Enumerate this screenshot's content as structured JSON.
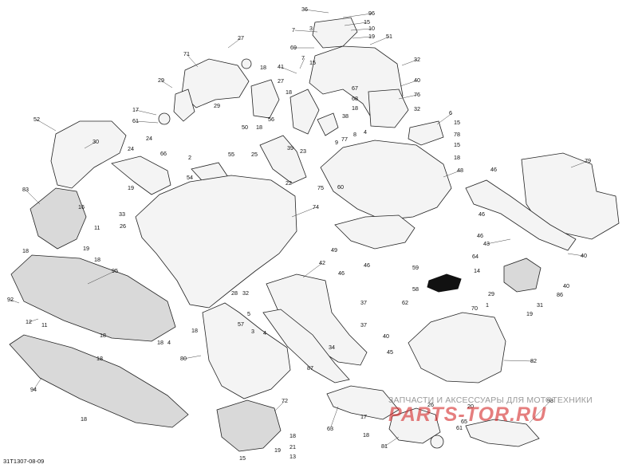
{
  "reference_code": "31T1307-08-09",
  "watermark": {
    "text": "ЗАПЧАСТИ И АКСЕССУАРЫ ДЛЯ МОТОТЕХНИКИ",
    "logo": "PARTS-TOR.RU"
  },
  "callouts": [
    {
      "id": "c0",
      "n": "36"
    },
    {
      "id": "c1",
      "n": "96"
    },
    {
      "id": "c2",
      "n": "15"
    },
    {
      "id": "c3",
      "n": "7"
    },
    {
      "id": "c4",
      "n": "3"
    },
    {
      "id": "c5",
      "n": "10"
    },
    {
      "id": "c6",
      "n": "19"
    },
    {
      "id": "c7",
      "n": "69"
    },
    {
      "id": "c8",
      "n": "51"
    },
    {
      "id": "c9",
      "n": "27"
    },
    {
      "id": "c10",
      "n": "7"
    },
    {
      "id": "c11",
      "n": "71"
    },
    {
      "id": "c12",
      "n": "41"
    },
    {
      "id": "c13",
      "n": "15"
    },
    {
      "id": "c14",
      "n": "32"
    },
    {
      "id": "c15",
      "n": "18"
    },
    {
      "id": "c16",
      "n": "27"
    },
    {
      "id": "c17",
      "n": "29"
    },
    {
      "id": "c18",
      "n": "18"
    },
    {
      "id": "c19",
      "n": "67"
    },
    {
      "id": "c20",
      "n": "40"
    },
    {
      "id": "c21",
      "n": "68"
    },
    {
      "id": "c22",
      "n": "76"
    },
    {
      "id": "c23",
      "n": "18"
    },
    {
      "id": "c24",
      "n": "17"
    },
    {
      "id": "c25",
      "n": "29"
    },
    {
      "id": "c26",
      "n": "32"
    },
    {
      "id": "c27",
      "n": "61"
    },
    {
      "id": "c28",
      "n": "38"
    },
    {
      "id": "c29",
      "n": "6"
    },
    {
      "id": "c30",
      "n": "50"
    },
    {
      "id": "c31",
      "n": "18"
    },
    {
      "id": "c32",
      "n": "56"
    },
    {
      "id": "c33",
      "n": "24"
    },
    {
      "id": "c34",
      "n": "15"
    },
    {
      "id": "c35",
      "n": "52"
    },
    {
      "id": "c36",
      "n": "4"
    },
    {
      "id": "c37",
      "n": "77"
    },
    {
      "id": "c38",
      "n": "78"
    },
    {
      "id": "c39",
      "n": "30"
    },
    {
      "id": "c40",
      "n": "39"
    },
    {
      "id": "c41",
      "n": "23"
    },
    {
      "id": "c42",
      "n": "8"
    },
    {
      "id": "c43",
      "n": "15"
    },
    {
      "id": "c44",
      "n": "24"
    },
    {
      "id": "c45",
      "n": "66"
    },
    {
      "id": "c46",
      "n": "25"
    },
    {
      "id": "c47",
      "n": "55"
    },
    {
      "id": "c48",
      "n": "2"
    },
    {
      "id": "c49",
      "n": "9"
    },
    {
      "id": "c50",
      "n": "18"
    },
    {
      "id": "c51",
      "n": "79"
    },
    {
      "id": "c52",
      "n": "54"
    },
    {
      "id": "c53",
      "n": "22"
    },
    {
      "id": "c54",
      "n": "48"
    },
    {
      "id": "c55",
      "n": "46"
    },
    {
      "id": "c56",
      "n": "75"
    },
    {
      "id": "c57",
      "n": "83"
    },
    {
      "id": "c58",
      "n": "19"
    },
    {
      "id": "c59",
      "n": "60"
    },
    {
      "id": "c60",
      "n": "74"
    },
    {
      "id": "c61",
      "n": "16"
    },
    {
      "id": "c62",
      "n": "33"
    },
    {
      "id": "c63",
      "n": "26"
    },
    {
      "id": "c64",
      "n": "46"
    },
    {
      "id": "c65",
      "n": "11"
    },
    {
      "id": "c66",
      "n": "46"
    },
    {
      "id": "c67",
      "n": "49"
    },
    {
      "id": "c68",
      "n": "43"
    },
    {
      "id": "c69",
      "n": "18"
    },
    {
      "id": "c70",
      "n": "19"
    },
    {
      "id": "c71",
      "n": "18"
    },
    {
      "id": "c72",
      "n": "40"
    },
    {
      "id": "c73",
      "n": "46"
    },
    {
      "id": "c74",
      "n": "95"
    },
    {
      "id": "c75",
      "n": "42"
    },
    {
      "id": "c76",
      "n": "59"
    },
    {
      "id": "c77",
      "n": "64"
    },
    {
      "id": "c78",
      "n": "14"
    },
    {
      "id": "c79",
      "n": "46"
    },
    {
      "id": "c80",
      "n": "40"
    },
    {
      "id": "c81",
      "n": "92"
    },
    {
      "id": "c82",
      "n": "32"
    },
    {
      "id": "c83",
      "n": "28"
    },
    {
      "id": "c84",
      "n": "86"
    },
    {
      "id": "c85",
      "n": "29"
    },
    {
      "id": "c86",
      "n": "58"
    },
    {
      "id": "c87",
      "n": "70"
    },
    {
      "id": "c88",
      "n": "1"
    },
    {
      "id": "c89",
      "n": "12"
    },
    {
      "id": "c90",
      "n": "11"
    },
    {
      "id": "c91",
      "n": "37"
    },
    {
      "id": "c92",
      "n": "31"
    },
    {
      "id": "c93",
      "n": "62"
    },
    {
      "id": "c94",
      "n": "19"
    },
    {
      "id": "c95",
      "n": "5"
    },
    {
      "id": "c96",
      "n": "57"
    },
    {
      "id": "c97",
      "n": "18"
    },
    {
      "id": "c98",
      "n": "4"
    },
    {
      "id": "c99",
      "n": "3"
    },
    {
      "id": "c100",
      "n": "37"
    },
    {
      "id": "c101",
      "n": "18"
    },
    {
      "id": "c102",
      "n": "40"
    },
    {
      "id": "c103",
      "n": "45"
    },
    {
      "id": "c104",
      "n": "34"
    },
    {
      "id": "c105",
      "n": "80"
    },
    {
      "id": "c106",
      "n": "18"
    },
    {
      "id": "c107",
      "n": "87"
    },
    {
      "id": "c108",
      "n": "82"
    },
    {
      "id": "c109",
      "n": "94"
    },
    {
      "id": "c110",
      "n": "72"
    },
    {
      "id": "c111",
      "n": "63"
    },
    {
      "id": "c112",
      "n": "93"
    },
    {
      "id": "c113",
      "n": "26"
    },
    {
      "id": "c114",
      "n": "20"
    },
    {
      "id": "c115",
      "n": "17"
    },
    {
      "id": "c116",
      "n": "65"
    },
    {
      "id": "c117",
      "n": "18"
    },
    {
      "id": "c118",
      "n": "61"
    },
    {
      "id": "c119",
      "n": "81"
    },
    {
      "id": "c120",
      "n": "18"
    },
    {
      "id": "c121",
      "n": "21"
    },
    {
      "id": "c122",
      "n": "19"
    },
    {
      "id": "c123",
      "n": "13"
    },
    {
      "id": "c124",
      "n": "18"
    },
    {
      "id": "c125",
      "n": "4"
    },
    {
      "id": "c126",
      "n": "15"
    },
    {
      "id": "c127",
      "n": "18"
    }
  ]
}
